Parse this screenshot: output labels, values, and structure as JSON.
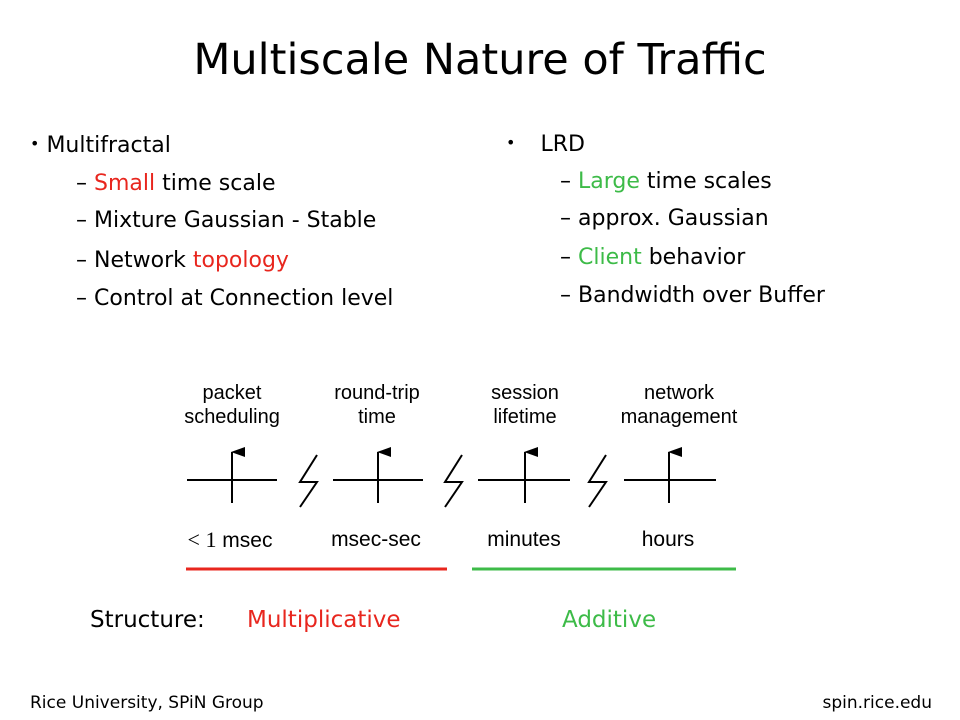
{
  "title": "Multiscale Nature of Traffic",
  "left_column": {
    "bullet": "Multifractal",
    "items": [
      {
        "pre": "",
        "highlight": "Small",
        "post": " time scale"
      },
      {
        "pre": "Mixture Gaussian - Stable",
        "highlight": "",
        "post": ""
      },
      {
        "pre": "Network ",
        "highlight": "topology",
        "post": ""
      },
      {
        "pre": "Control at Connection level",
        "highlight": "",
        "post": ""
      }
    ]
  },
  "right_column": {
    "bullet": "LRD",
    "items": [
      {
        "pre": "",
        "highlight": "Large",
        "post": " time scales"
      },
      {
        "pre": "approx. Gaussian",
        "highlight": "",
        "post": ""
      },
      {
        "pre": "",
        "highlight": "Client",
        "post": " behavior"
      },
      {
        "pre": "Bandwidth over Buffer",
        "highlight": "",
        "post": ""
      }
    ]
  },
  "diagram": {
    "levels": [
      {
        "line1": "packet",
        "line2": "scheduling",
        "scale_symbol": "< 1",
        "scale_text": " msec"
      },
      {
        "line1": "round-trip",
        "line2": "time",
        "scale_symbol": "",
        "scale_text": "msec-sec"
      },
      {
        "line1": "session",
        "line2": "lifetime",
        "scale_symbol": "",
        "scale_text": "minutes"
      },
      {
        "line1": "network",
        "line2": "management",
        "scale_symbol": "",
        "scale_text": "hours"
      }
    ],
    "colors": {
      "multiplicative": "#e8261e",
      "additive": "#3dbb48"
    }
  },
  "structure": {
    "label": "Structure:",
    "multiplicative": "Multiplicative",
    "additive": "Additive"
  },
  "footer": {
    "left": "Rice University, SPiN Group",
    "right": "spin.rice.edu"
  }
}
